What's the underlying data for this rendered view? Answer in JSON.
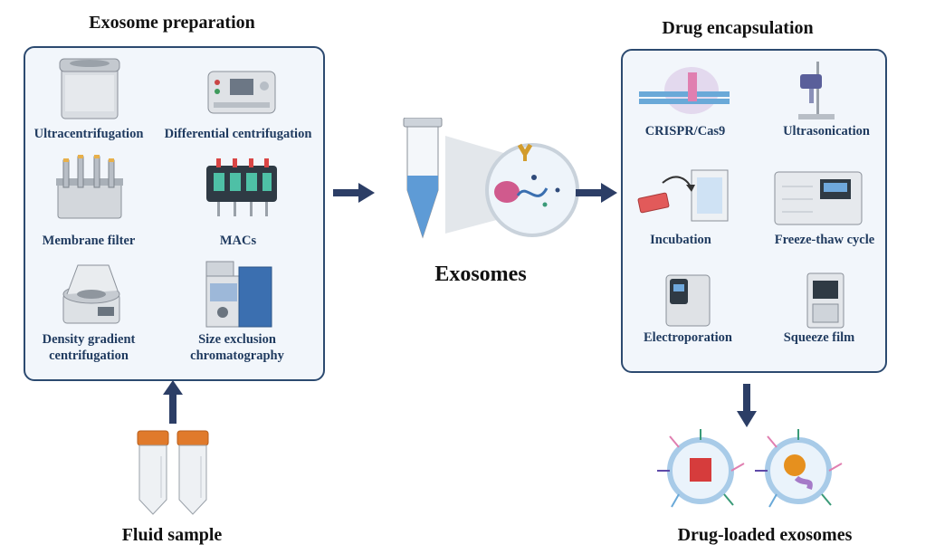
{
  "left_panel": {
    "title": "Exosome preparation",
    "items": [
      {
        "label": "Ultracentrifugation"
      },
      {
        "label": "Differential centrifugation"
      },
      {
        "label": "Membrane filter"
      },
      {
        "label": "MACs"
      },
      {
        "label": "Density gradient centrifugation"
      },
      {
        "label": "Size exclusion chromatography"
      }
    ]
  },
  "center": {
    "label": "Exosomes"
  },
  "right_panel": {
    "title": "Drug encapsulation",
    "items": [
      {
        "label": "CRISPR/Cas9"
      },
      {
        "label": "Ultrasonication"
      },
      {
        "label": "Incubation"
      },
      {
        "label": "Freeze-thaw cycle"
      },
      {
        "label": "Electroporation"
      },
      {
        "label": "Squeeze film"
      }
    ]
  },
  "input": {
    "label": "Fluid sample"
  },
  "output": {
    "label": "Drug-loaded exosomes"
  },
  "colors": {
    "panel_border": "#2c4a70",
    "panel_fill": "#f2f6fb",
    "label_text": "#1f3a5f",
    "arrow": "#2c3e66"
  }
}
